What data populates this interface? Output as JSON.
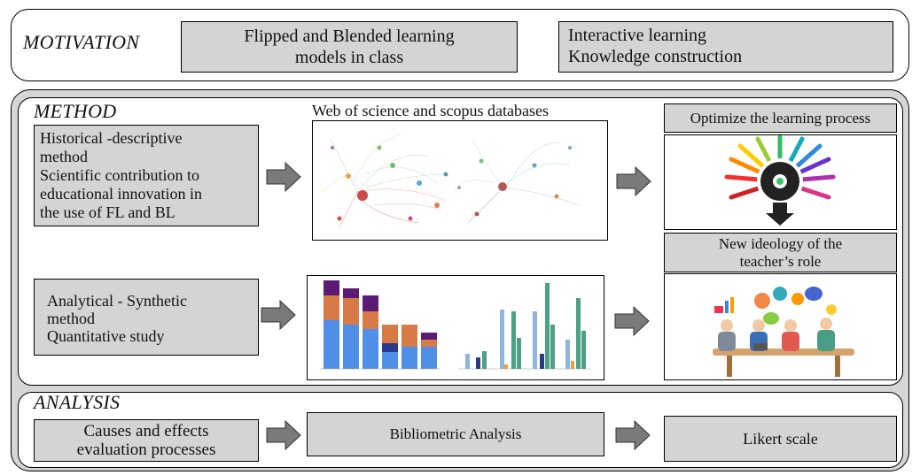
{
  "motivation": {
    "label": "MOTIVATION",
    "box1": [
      "Flipped and Blended learning",
      "models in class"
    ],
    "box2": [
      "Interactive learning",
      "Knowledge construction"
    ]
  },
  "method": {
    "label": "METHOD",
    "db_title": "Web of science and scopus databases",
    "historical": [
      "Historical -descriptive",
      "method",
      "Scientific contribution to",
      "educational innovation in",
      "the use of FL and BL"
    ],
    "analytical": [
      "Analytical - Synthetic",
      "method",
      "Quantitative study"
    ],
    "optimize": "Optimize the learning process",
    "ideology": [
      "New ideology of the",
      "teacher’s role"
    ],
    "icons": [
      "network-graph",
      "colorful-head-arrows",
      "bar-charts",
      "team-meeting"
    ]
  },
  "analysis": {
    "label": "ANALYSIS",
    "causes": [
      "Causes and effects",
      "evaluation processes"
    ],
    "bibliometric": "Bibliometric Analysis",
    "likert": "Likert scale"
  },
  "colors": {
    "box_gray": "#d4d4d4",
    "panel_gray": "#d6d6d6",
    "arrow_gray": "#7a7a7a",
    "purple": "#5b1a73",
    "orange": "#d87a45",
    "blue": "#4f8fe8",
    "navy": "#2a3a8a",
    "teal": "#4ca084",
    "light_blue": "#8fb4e0"
  }
}
